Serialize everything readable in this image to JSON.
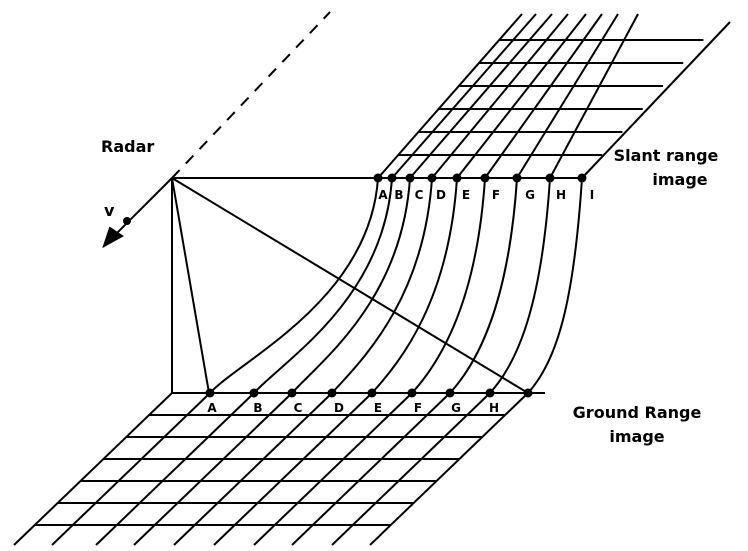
{
  "labels": {
    "radar": "Radar",
    "velocity": "v",
    "slant_line1": "Slant range",
    "slant_line2": "image",
    "ground_line1": "Ground Range",
    "ground_line2": "image"
  },
  "slant_points": [
    "A",
    "B",
    "C",
    "D",
    "E",
    "F",
    "G",
    "H",
    "I"
  ],
  "ground_points": [
    "A",
    "B",
    "C",
    "D",
    "E",
    "F",
    "G",
    "H"
  ]
}
